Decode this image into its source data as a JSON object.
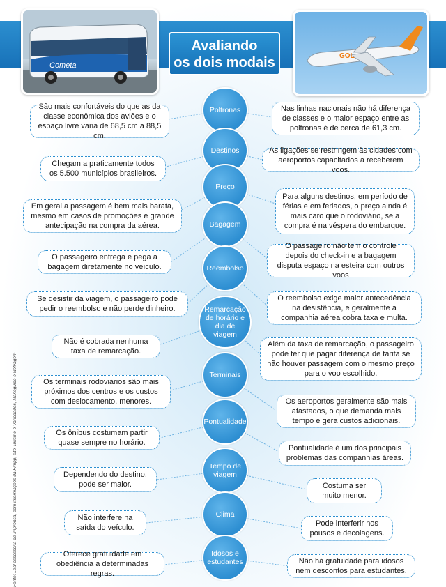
{
  "title": {
    "line1": "Avaliando",
    "line2": "os dois modais"
  },
  "images": {
    "bus": {
      "brand_text": "Cometa"
    },
    "plane": {
      "brand_text": "GOL"
    }
  },
  "nodes": [
    {
      "label": "Poltronas"
    },
    {
      "label": "Destinos"
    },
    {
      "label": "Preço"
    },
    {
      "label": "Bagagem"
    },
    {
      "label": "Reembolso"
    },
    {
      "label": "Remarcação de horário e dia de viagem"
    },
    {
      "label": "Terminais"
    },
    {
      "label": "Pontualidade"
    },
    {
      "label": "Tempo de viagem"
    },
    {
      "label": "Clima"
    },
    {
      "label": "Idosos e estudantes"
    }
  ],
  "bus_notes": [
    "São mais confortáveis do que as da classe econômica dos aviões e o espaço livre varia de 68,5 cm a 88,5 cm.",
    "Chegam a praticamente todos os 5.500 municípios brasileiros.",
    "Em geral a passagem é bem mais barata, mesmo em casos de promoções e grande antecipação na compra da aérea.",
    "O passageiro entrega e pega a bagagem diretamente no veículo.",
    "Se desistir da viagem, o passageiro pode pedir o reembolso e não perde dinheiro.",
    "Não é cobrada nenhuma taxa de remarcação.",
    "Os terminais rodoviários são mais próximos dos centros e os custos com deslocamento, menores.",
    "Os ônibus costumam partir quase sempre no horário.",
    "Dependendo do destino, pode ser maior.",
    "Não interfere na saída do veículo.",
    "Oferece gratuidade em obediência a determinadas regras."
  ],
  "plane_notes": [
    "Nas linhas nacionais não há diferença de classes e o maior espaço entre as poltronas é de cerca de 61,3 cm.",
    "As ligações se restringem às cidades com aeroportos capacitados a receberem voos.",
    "Para alguns destinos, em período de férias e em feriados, o preço ainda é mais caro que o rodoviário, se a compra é na véspera do embarque.",
    "O passageiro não tem o controle depois do check-in e a bagagem disputa espaço na esteira com outros voos",
    "O reembolso exige maior antecedência na desistência, e geralmente a companhia aérea cobra taxa e multa.",
    "Além da taxa de remarcação, o passageiro pode ter que pagar diferença de tarifa se não houver passagem com o mesmo preço para o voo escolhido.",
    "Os aeroportos geralmente são mais afastados, o que demanda mais tempo e gera custos adicionais.",
    "Pontualidade é um dos principais problemas das companhias áreas.",
    "Costuma ser muito menor.",
    "Pode interferir nos pousos e decolagens.",
    "Não há gratuidade para idosos nem descontos para estudantes."
  ],
  "source": "Fonte: Leal assessoria de Imprensa, com informações da Fimpp, site Turismo e Variedades, Manoguide e Netvagem",
  "colors": {
    "primary": "#2b8fd0",
    "node": "#3a98d8",
    "band": "#1771b8"
  }
}
